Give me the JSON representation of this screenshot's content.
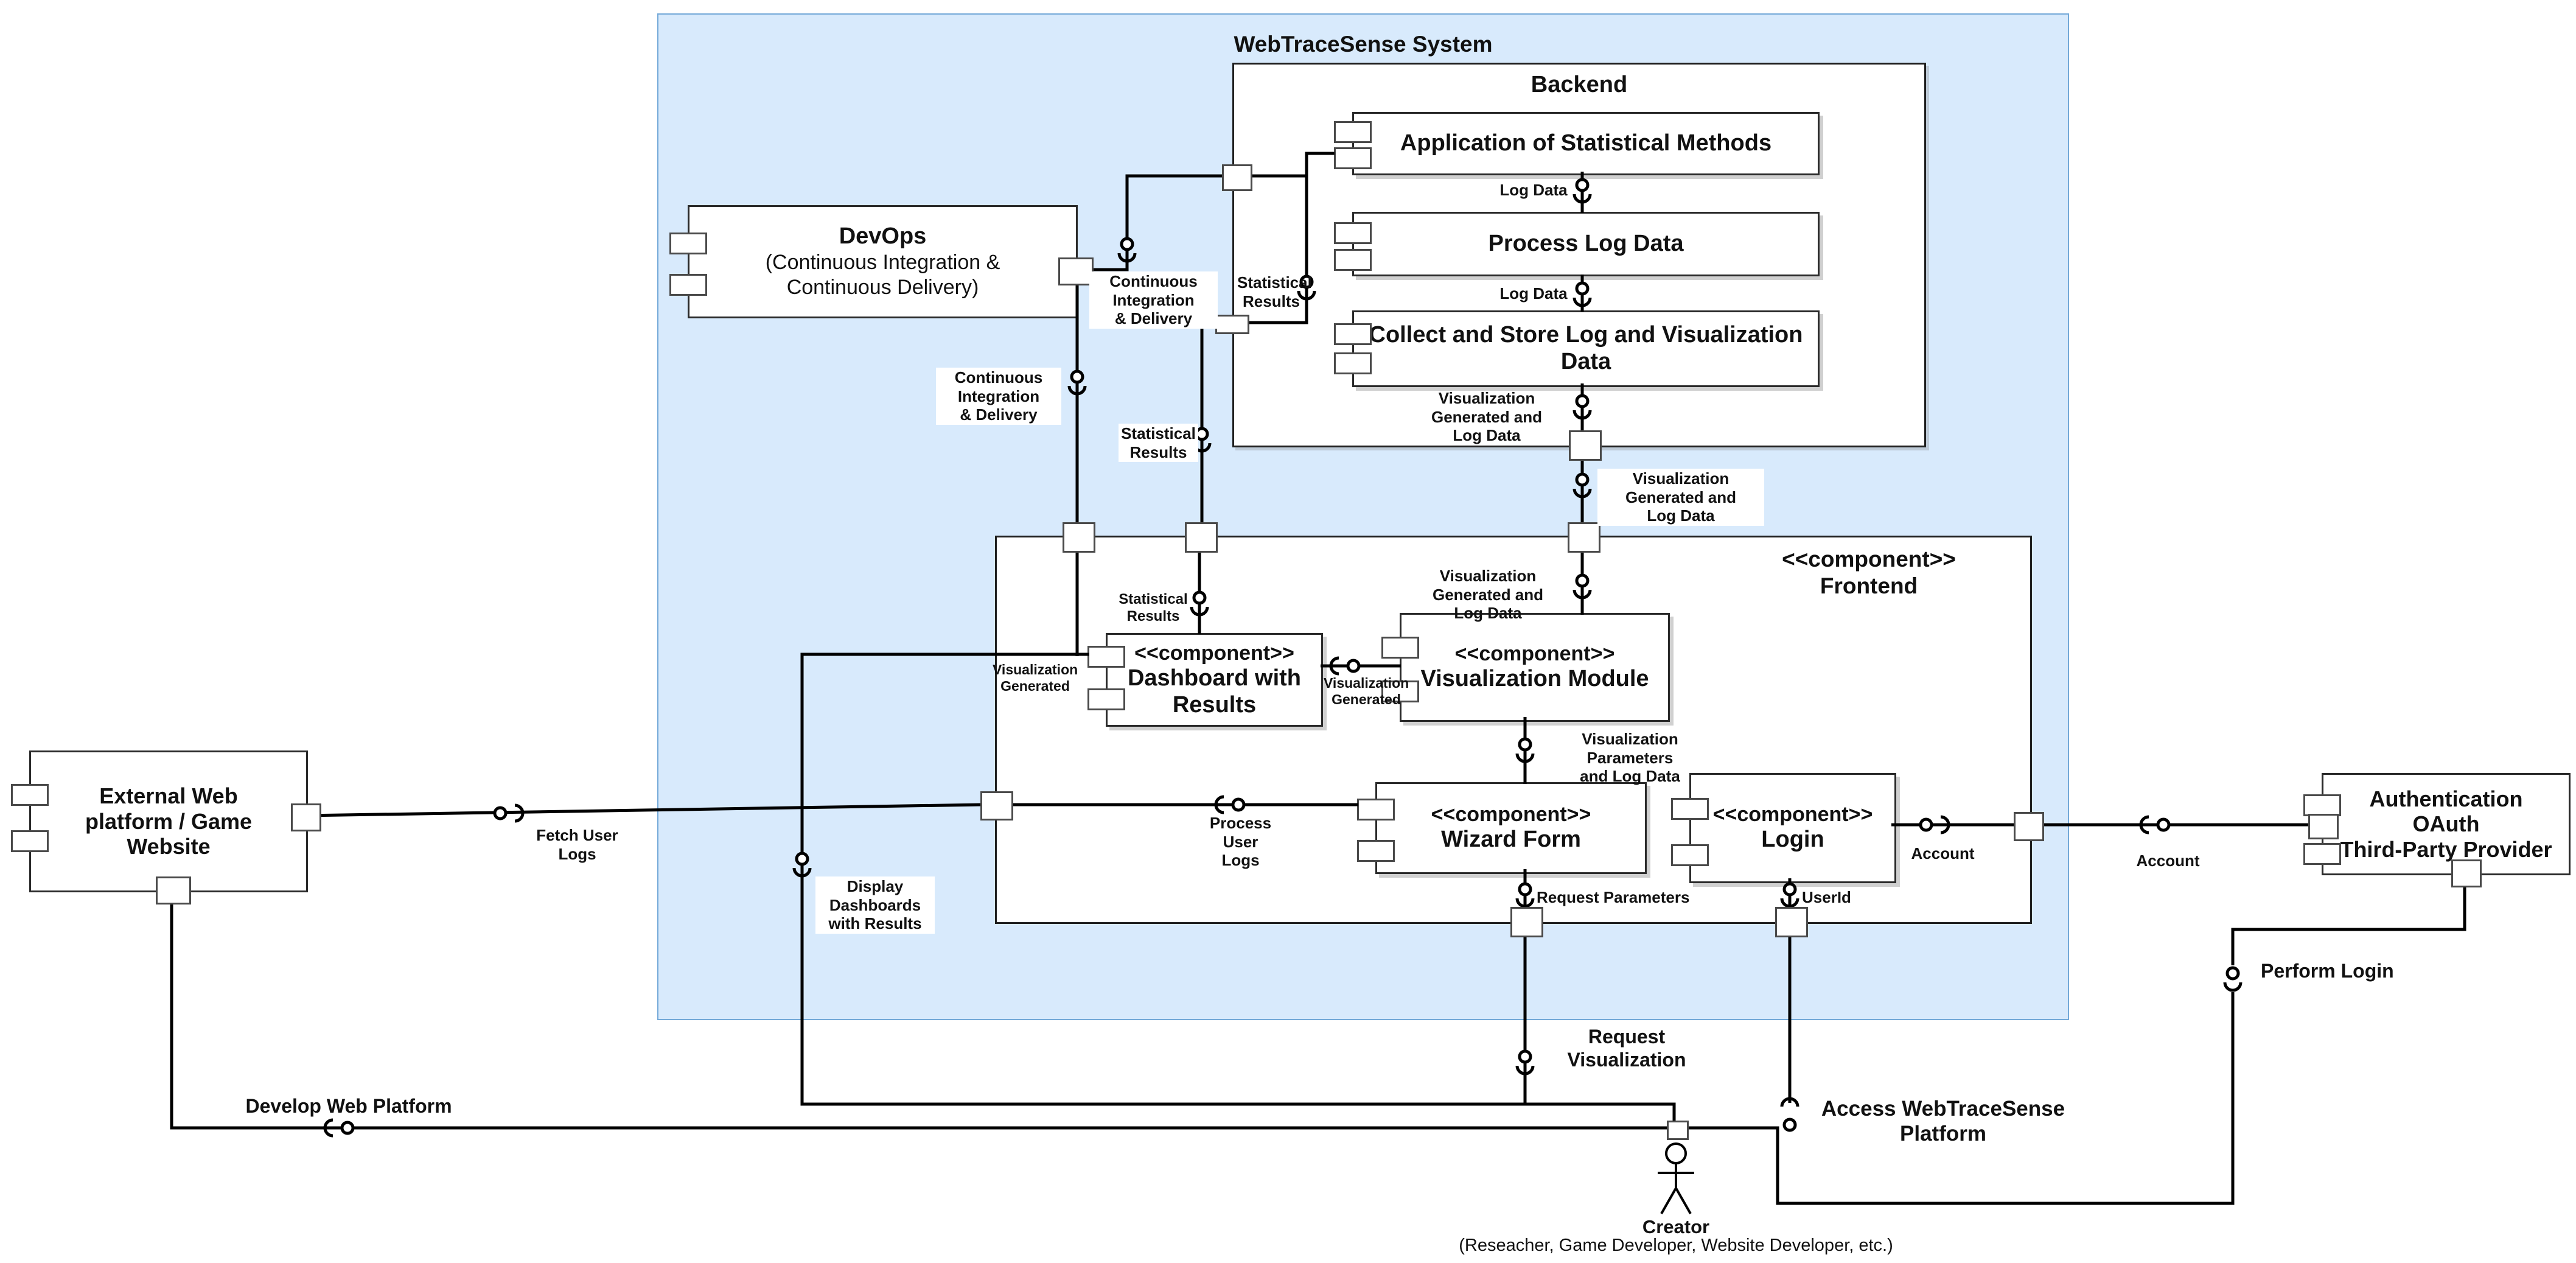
{
  "system": {
    "title": "WebTraceSense System"
  },
  "backend": {
    "title": "Backend",
    "statistical_methods": "Application of Statistical Methods",
    "process_log": "Process Log Data",
    "collect_store": "Collect and Store Log and Visualization Data"
  },
  "frontend": {
    "stereotype": "<<component>>",
    "title": "Frontend",
    "dashboard": {
      "stereotype": "<<component>>",
      "name": "Dashboard with Results"
    },
    "visualization_module": {
      "stereotype": "<<component>>",
      "name": "Visualization Module"
    },
    "wizard_form": {
      "stereotype": "<<component>>",
      "name": "Wizard Form"
    },
    "login": {
      "stereotype": "<<component>>",
      "name": "Login"
    }
  },
  "devops": {
    "title": "DevOps",
    "subtitle": "(Continuous Integration &\nContinuous Delivery)"
  },
  "external": {
    "title": "External Web\nplatform / Game\nWebsite"
  },
  "oauth": {
    "title": "Authentication OAuth\nThird-Party Provider"
  },
  "actor": {
    "name": "Creator",
    "description": "(Reseacher, Game Developer, Website Developer, etc.)"
  },
  "labels": {
    "ci_top": "Continuous Integration\n& Delivery",
    "ci_mid": "Continuous Integration\n& Delivery",
    "stat_inside": "Statistical\nResults",
    "stat_outside": "Statistical\nResults",
    "stat_frontend": "Statistical Results",
    "log_data_1": "Log Data",
    "log_data_2": "Log Data",
    "vis_gen_backend": "Visualization Generated and\nLog Data",
    "vis_gen_below": "Visualization Generated and\nLog Data",
    "vis_gen_frontend": "Visualization Generated and\nLog Data",
    "vis_gen_dash_left": "Visualization\nGenerated",
    "vis_gen_dash_mid": "Visualization\nGenerated",
    "vis_params": "Visualization Parameters\nand Log Data",
    "process_user": "Process User\nLogs",
    "request_params": "Request Parameters",
    "userid": "UserId",
    "account_left": "Account",
    "account_right": "Account",
    "fetch_logs": "Fetch User Logs",
    "display_dash": "Display Dashboards\nwith Results",
    "request_vis": "Request Visualization",
    "access_platform": "Access WebTraceSense\nPlatform",
    "develop": "Develop Web Platform",
    "perform_login": "Perform Login"
  }
}
